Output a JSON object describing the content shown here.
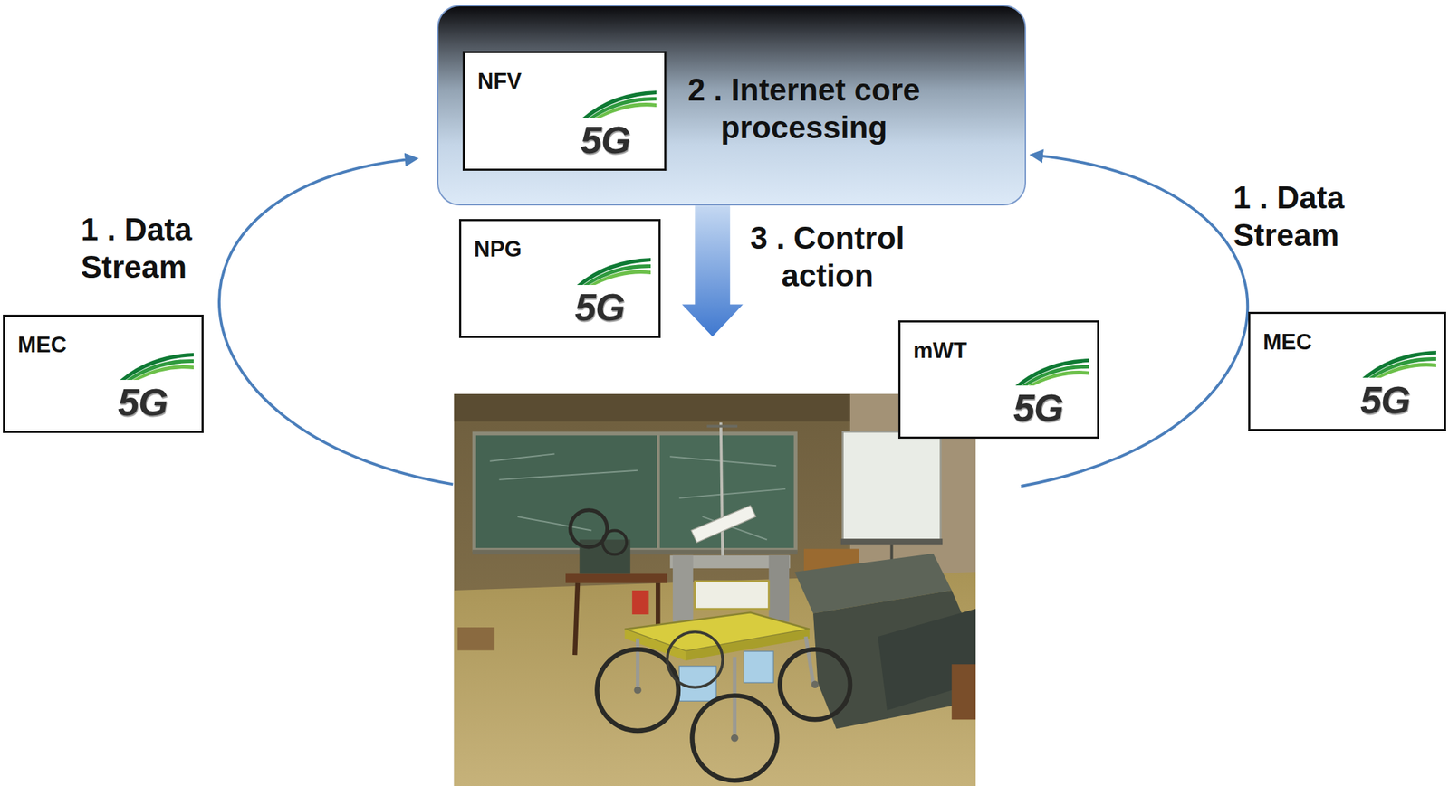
{
  "diagram": {
    "nodes": [
      {
        "text": [
          "2 . Internet core processing"
        ]
      },
      {
        "text": [
          "NFV",
          "5G"
        ],
        "in": 0
      },
      {
        "text": [
          "NPG",
          "5G"
        ]
      },
      {
        "text": [
          "MEC",
          "5G"
        ]
      },
      {
        "text": [
          "mWT",
          "5G"
        ]
      },
      {
        "text": [
          "MEC",
          "5G"
        ]
      }
    ],
    "labels": [
      "1 . Data Stream",
      "3 . Control action",
      "1 . Data Stream"
    ]
  }
}
